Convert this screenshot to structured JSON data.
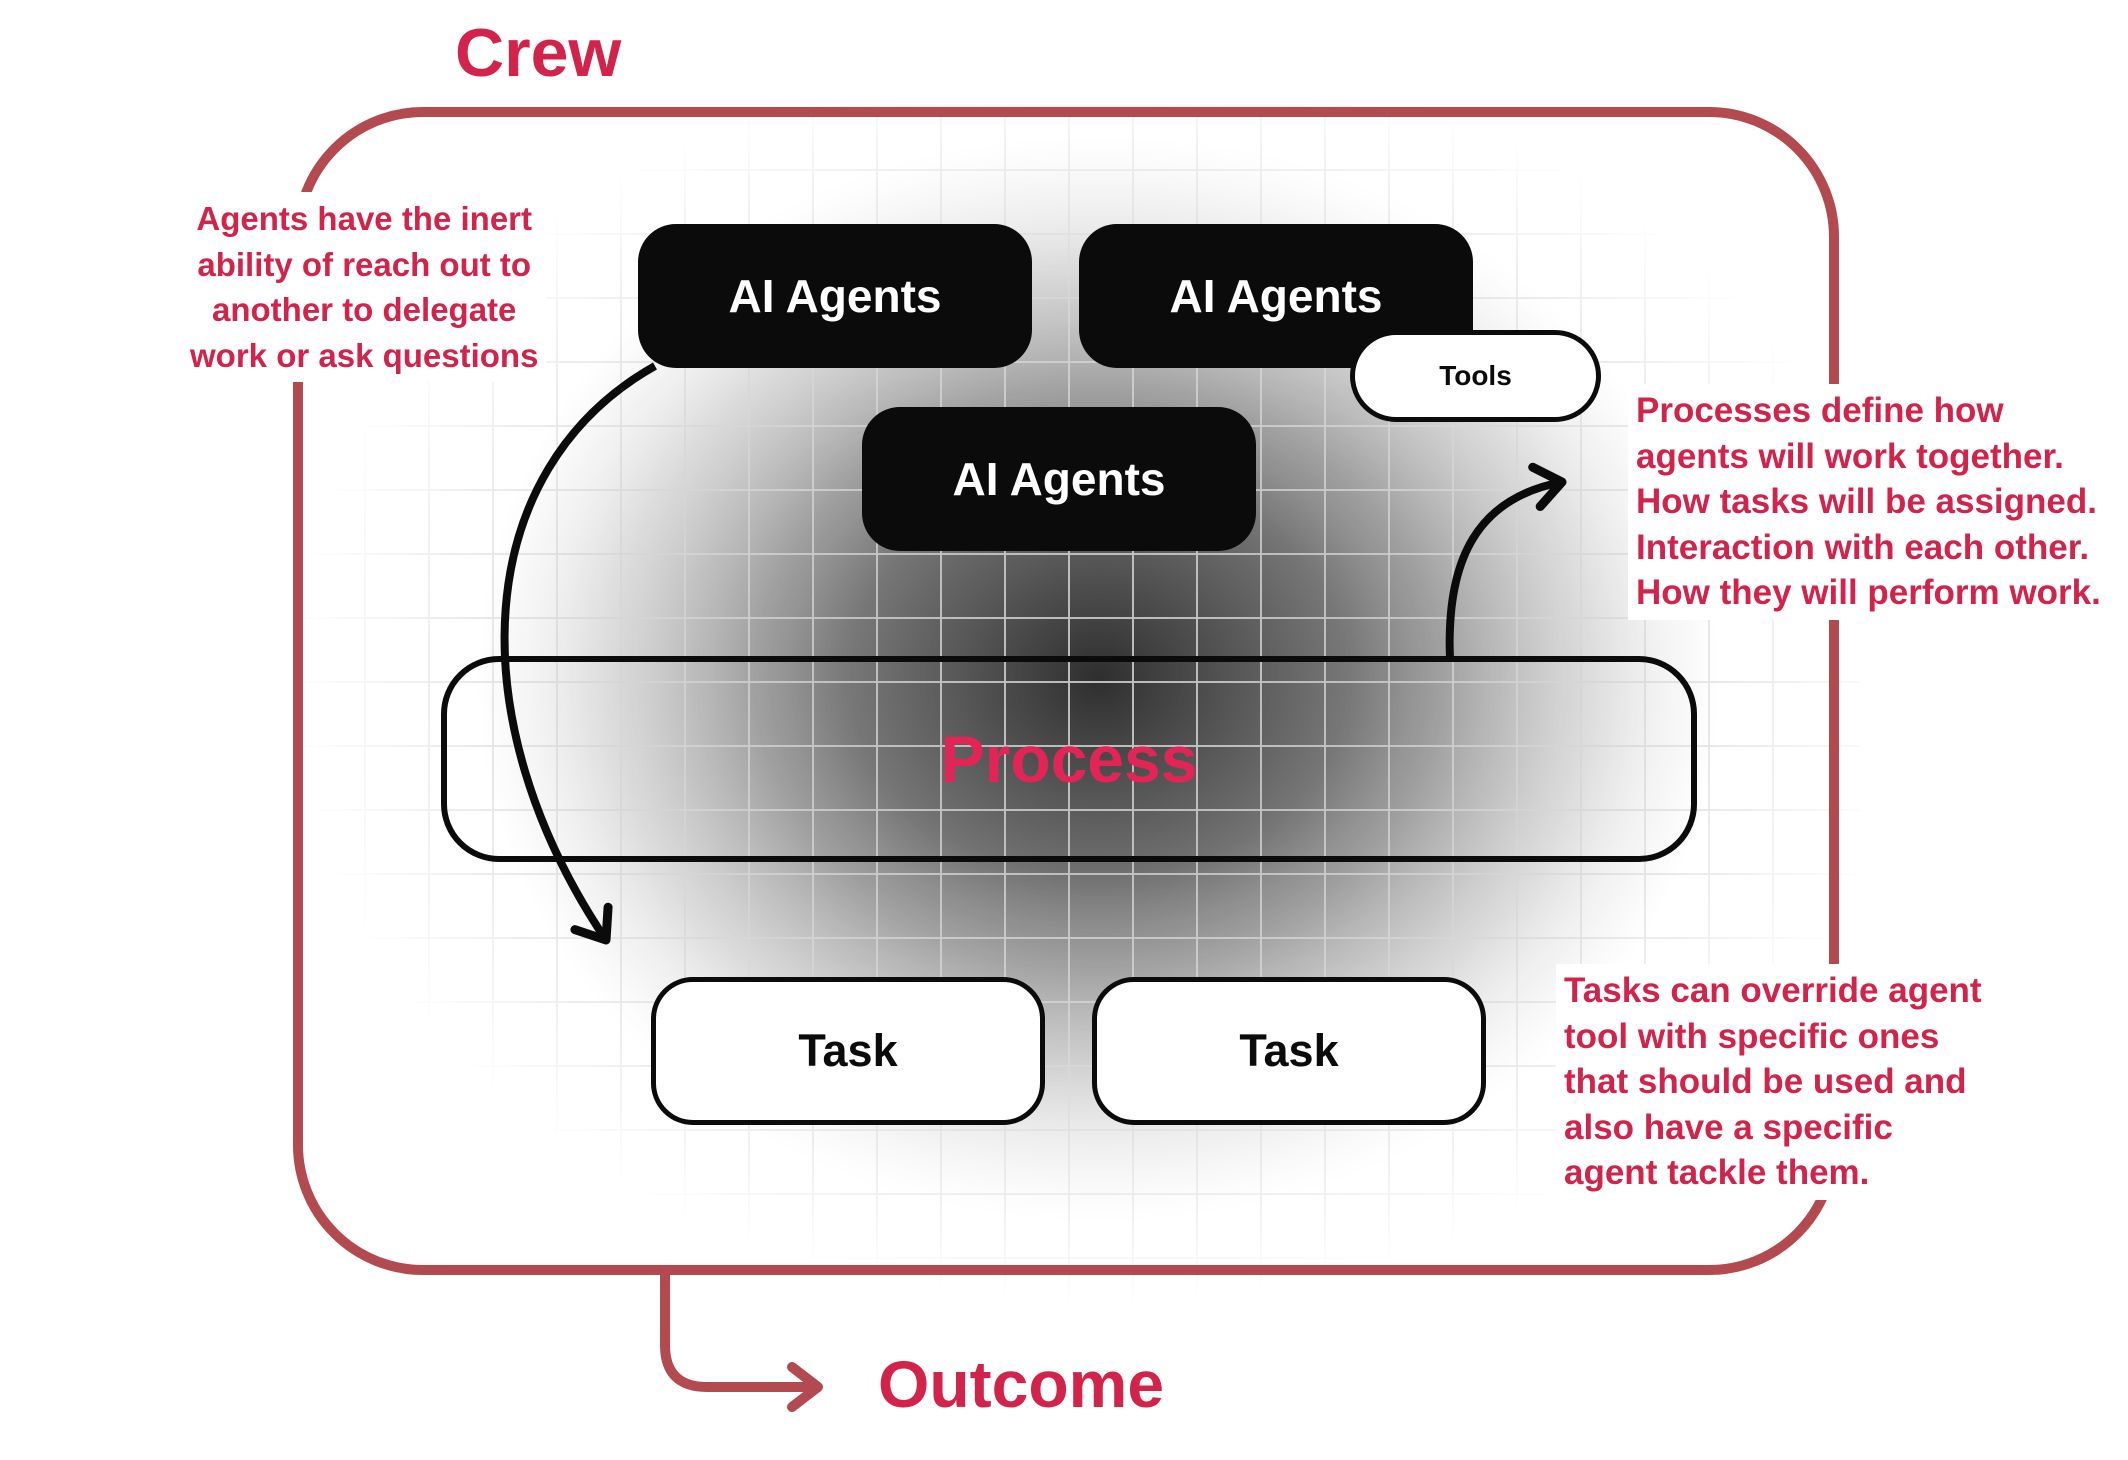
{
  "labels": {
    "crew": "Crew",
    "process": "Process",
    "tools": "Tools",
    "outcome": "Outcome"
  },
  "boxes": {
    "agents": [
      "AI Agents",
      "AI Agents",
      "AI Agents"
    ],
    "tasks": [
      "Task",
      "Task"
    ]
  },
  "annotations": {
    "left": "Agents have the inert\nability of reach out to\nanother to delegate\nwork or ask questions",
    "right_top": "Processes define how\nagents will work together.\nHow tasks will be assigned.\nInteraction with each other.\nHow they will perform work.",
    "right_bottom": "Tasks can override agent\ntool with specific ones\nthat should be used and\nalso have a specific\nagent tackle them."
  },
  "colors": {
    "crimson_text": "#d2234b",
    "border_red": "#b24a50",
    "process_red": "#e22556",
    "box_black": "#0b0b0b"
  }
}
